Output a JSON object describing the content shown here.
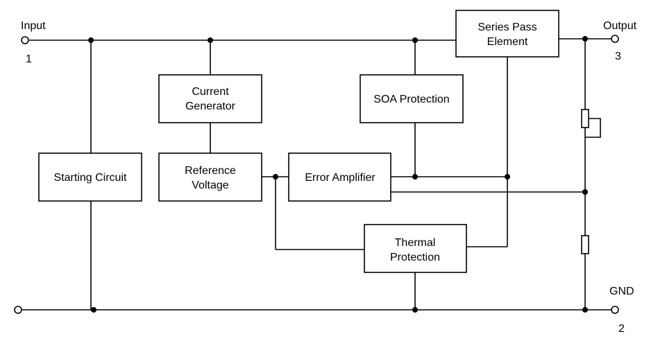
{
  "pins": {
    "input": {
      "label": "Input",
      "number": "1"
    },
    "output": {
      "label": "Output",
      "number": "3"
    },
    "gnd": {
      "label": "GND",
      "number": "2"
    }
  },
  "blocks": {
    "series_pass": {
      "line1": "Series Pass",
      "line2": "Element"
    },
    "current_gen": {
      "line1": "Current",
      "line2": "Generator"
    },
    "soa": {
      "line1": "SOA Protection"
    },
    "starting": {
      "line1": "Starting Circuit"
    },
    "reference": {
      "line1": "Reference",
      "line2": "Voltage"
    },
    "error_amp": {
      "line1": "Error Amplifier"
    },
    "thermal": {
      "line1": "Thermal",
      "line2": "Protection"
    }
  }
}
